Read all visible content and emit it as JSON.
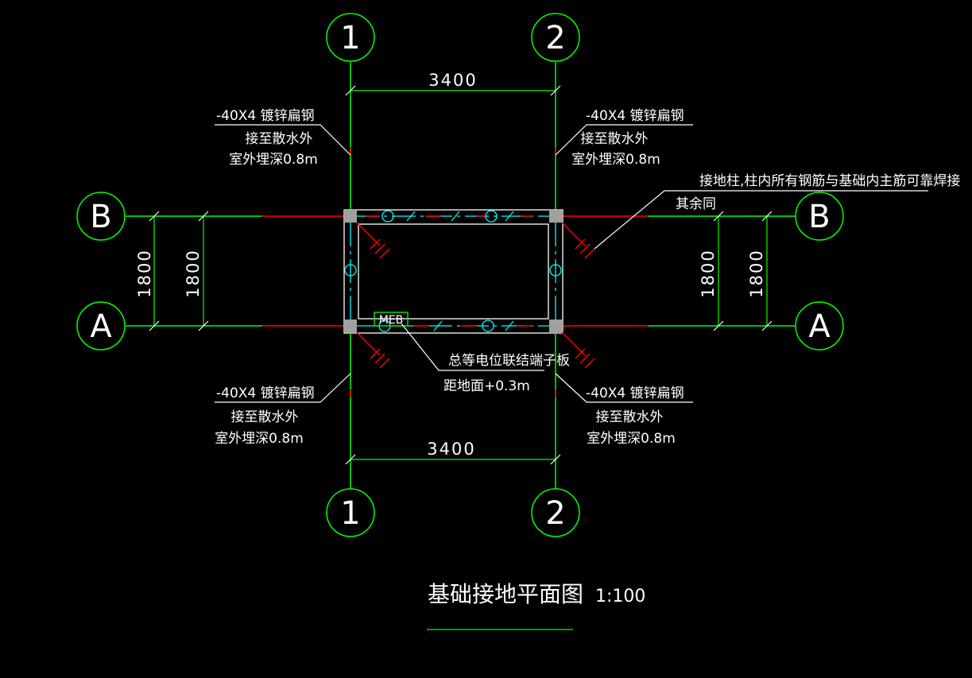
{
  "drawing": {
    "title": "基础接地平面图",
    "scale": "1:100"
  },
  "axes": {
    "col_1": "1",
    "col_2": "2",
    "row_a": "A",
    "row_b": "B"
  },
  "dimensions": {
    "top_width": "3400",
    "bottom_width": "3400",
    "left_outer_height": "1800",
    "left_inner_height": "1800",
    "right_inner_height": "1800",
    "right_outer_height": "1800"
  },
  "notes": {
    "top_left": {
      "line1": "-40X4 镀锌扁钢",
      "line2": "接至散水外",
      "line3": "室外埋深0.8m"
    },
    "top_right": {
      "line1": "-40X4 镀锌扁钢",
      "line2": "接至散水外",
      "line3": "室外埋深0.8m"
    },
    "bottom_left": {
      "line1": "-40X4 镀锌扁钢",
      "line2": "接至散水外",
      "line3": "室外埋深0.8m"
    },
    "bottom_right": {
      "line1": "-40X4 镀锌扁钢",
      "line2": "接至散水外",
      "line3": "室外埋深0.8m"
    },
    "column_note": {
      "line1": "接地柱,柱内所有钢筋与基础内主筋可靠焊接",
      "line2": "其余同"
    },
    "meb_note": {
      "line1": "总等电位联结端子板",
      "line2": "距地面+0.3m"
    },
    "meb_label": "MEB"
  },
  "colors": {
    "background": "#000000",
    "axis_green": "#00ff00",
    "grid_red": "#ff0000",
    "cyan": "#00ffff",
    "white": "#ffffff",
    "column_gray": "#a0a0a0"
  }
}
